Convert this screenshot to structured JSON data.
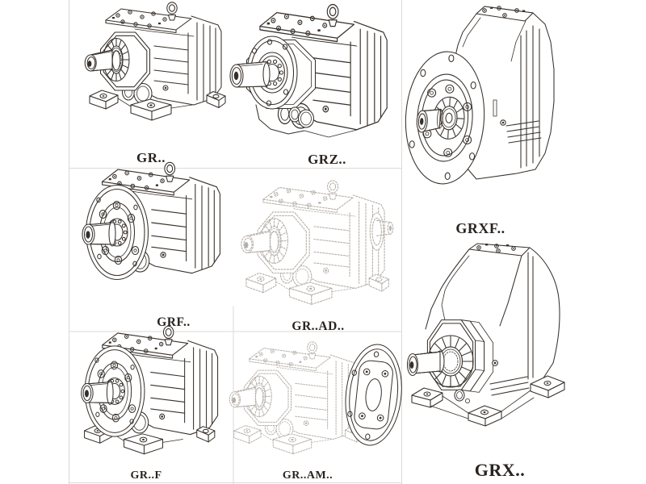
{
  "page": {
    "background": "#ffffff",
    "ink_color": "#37302a",
    "faded_ink_color": "#bdb7b1",
    "grid_line_color": "#ddd9d5"
  },
  "figures": [
    {
      "id": "gr",
      "label": "GR..",
      "line_style": "solid"
    },
    {
      "id": "grz",
      "label": "GRZ..",
      "line_style": "solid"
    },
    {
      "id": "grxf",
      "label": "GRXF..",
      "line_style": "solid"
    },
    {
      "id": "grf",
      "label": "GRF..",
      "line_style": "solid"
    },
    {
      "id": "grad",
      "label": "GR..AD..",
      "line_style": "faded"
    },
    {
      "id": "grff",
      "label": "GR..F",
      "line_style": "solid"
    },
    {
      "id": "gram",
      "label": "GR..AM..",
      "line_style": "faded"
    },
    {
      "id": "grx",
      "label": "GRX..",
      "line_style": "solid"
    }
  ]
}
